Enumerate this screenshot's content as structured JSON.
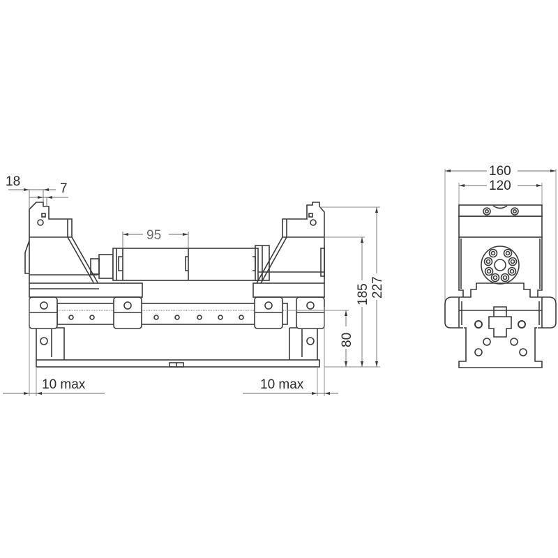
{
  "drawing": {
    "type": "technical-dimension-drawing",
    "subject": "dual-jaw machine vise (front view and side view)",
    "line_color": "#3a3a3a",
    "dimension_color": "#6a6a6a",
    "background": "#ffffff"
  },
  "front_view": {
    "dimensions": {
      "jaw_step_width": "18",
      "jaw_step_offset": "7",
      "spindle_pitch": "95",
      "left_travel": "10 max",
      "right_travel": "10 max",
      "rail_height": "80",
      "jaw_base_height": "185",
      "overall_height": "227"
    }
  },
  "side_view": {
    "dimensions": {
      "overall_width": "160",
      "jaw_width": "120"
    }
  }
}
